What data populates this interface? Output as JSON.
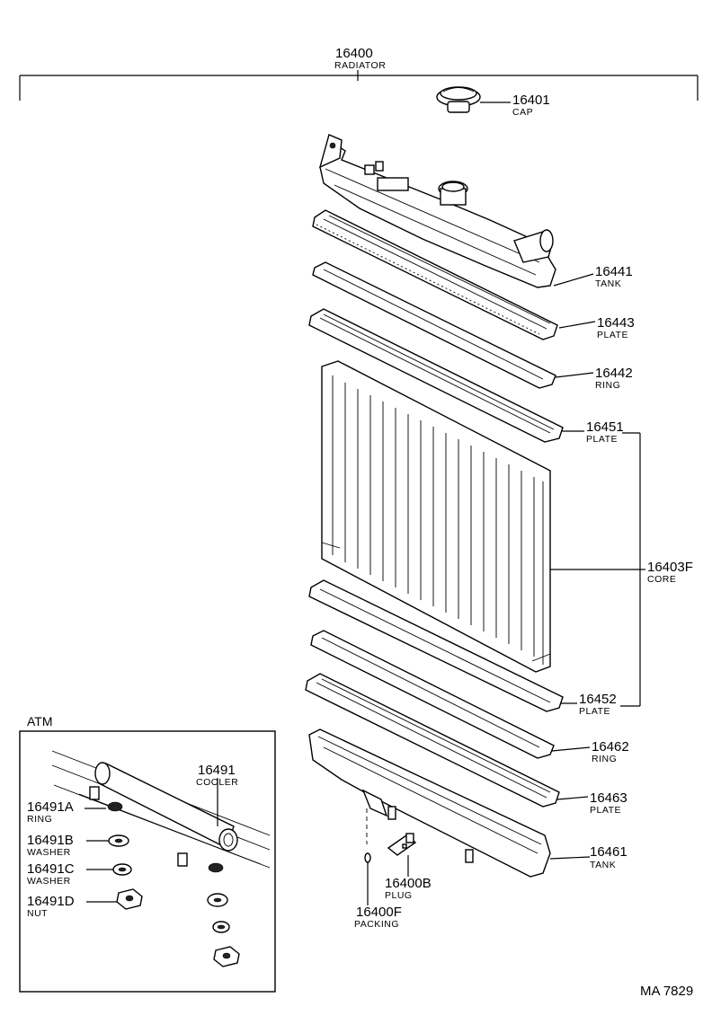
{
  "assembly": {
    "number": "16400",
    "name": "RADIATOR"
  },
  "callouts": {
    "cap": {
      "number": "16401",
      "name": "CAP"
    },
    "upper_tank": {
      "number": "16441",
      "name": "TANK"
    },
    "plate_16443": {
      "number": "16443",
      "name": "PLATE"
    },
    "ring_16442": {
      "number": "16442",
      "name": "RING"
    },
    "plate_16451": {
      "number": "16451",
      "name": "PLATE"
    },
    "core": {
      "number": "16403F",
      "name": "CORE"
    },
    "plate_16452": {
      "number": "16452",
      "name": "PLATE"
    },
    "ring_16462": {
      "number": "16462",
      "name": "RING"
    },
    "plate_16463": {
      "number": "16463",
      "name": "PLATE"
    },
    "lower_tank": {
      "number": "16461",
      "name": "TANK"
    },
    "plug": {
      "number": "16400B",
      "name": "PLUG"
    },
    "packing": {
      "number": "16400F",
      "name": "PACKING"
    }
  },
  "atm": {
    "title": "ATM",
    "cooler": {
      "number": "16491",
      "name": "COOLER"
    },
    "ring": {
      "number": "16491A",
      "name": "RING"
    },
    "washer_b": {
      "number": "16491B",
      "name": "WASHER"
    },
    "washer_c": {
      "number": "16491C",
      "name": "WASHER"
    },
    "nut": {
      "number": "16491D",
      "name": "NUT"
    }
  },
  "drawing_code": "MA  7829"
}
